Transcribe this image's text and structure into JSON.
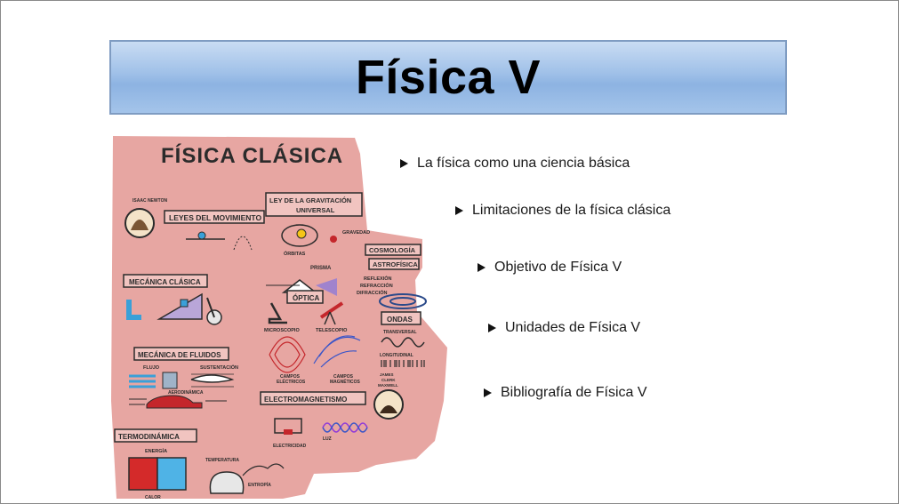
{
  "slide": {
    "title": "Física V",
    "bullets": [
      "La física como una ciencia básica",
      "Limitaciones de la física clásica",
      "Objetivo de Física V",
      "Unidades de Física V",
      "Bibliografía de Física V"
    ]
  },
  "poster": {
    "title": "FÍSICA CLÁSICA",
    "labels": {
      "newton": "ISAAC NEWTON",
      "leyes": "LEYES DEL MOVIMIENTO",
      "gravitacion_1": "LEY DE LA GRAVITACIÓN",
      "gravitacion_2": "UNIVERSAL",
      "orbitas": "ÓRBITAS",
      "gravedad": "GRAVEDAD",
      "cosmologia": "COSMOLOGÍA",
      "astrofisica": "ASTROFÍSICA",
      "mecanica_clasica": "MECÁNICA CLÁSICA",
      "prisma": "PRISMA",
      "optica": "ÓPTICA",
      "reflexion": "REFLEXIÓN",
      "refraccion": "REFRACCIÓN",
      "difraccion": "DIFRACCIÓN",
      "microscopio": "MICROSCOPIO",
      "telescopio": "TELESCOPIO",
      "ondas": "ONDAS",
      "transversal": "TRANSVERSAL",
      "longitudinal": "LONGITUDINAL",
      "mecanica_fluidos": "MECÁNICA DE FLUIDOS",
      "flujo": "FLUJO",
      "sustentacion": "SUSTENTACIÓN",
      "aerodinamica": "AERODINÁMICA",
      "campos_electricos_1": "CAMPOS",
      "campos_electricos_2": "ELÉCTRICOS",
      "campos_magneticos_1": "CAMPOS",
      "campos_magneticos_2": "MAGNÉTICOS",
      "maxwell_1": "JAMES",
      "maxwell_2": "CLERK",
      "maxwell_3": "MAXWELL",
      "electromagnetismo": "ELECTROMAGNETISMO",
      "termodinamica": "TERMODINÁMICA",
      "energia": "ENERGÍA",
      "temperatura": "TEMPERATURA",
      "entropia": "ENTROPÍA",
      "calor": "CALOR",
      "electricidad": "ELECTRICIDAD",
      "luz": "LUZ"
    }
  },
  "colors": {
    "banner": "#8db3e2",
    "poster_bg": "#e7a6a2",
    "label_box": "#f1c4c0",
    "ink": "#2b2b2b"
  }
}
